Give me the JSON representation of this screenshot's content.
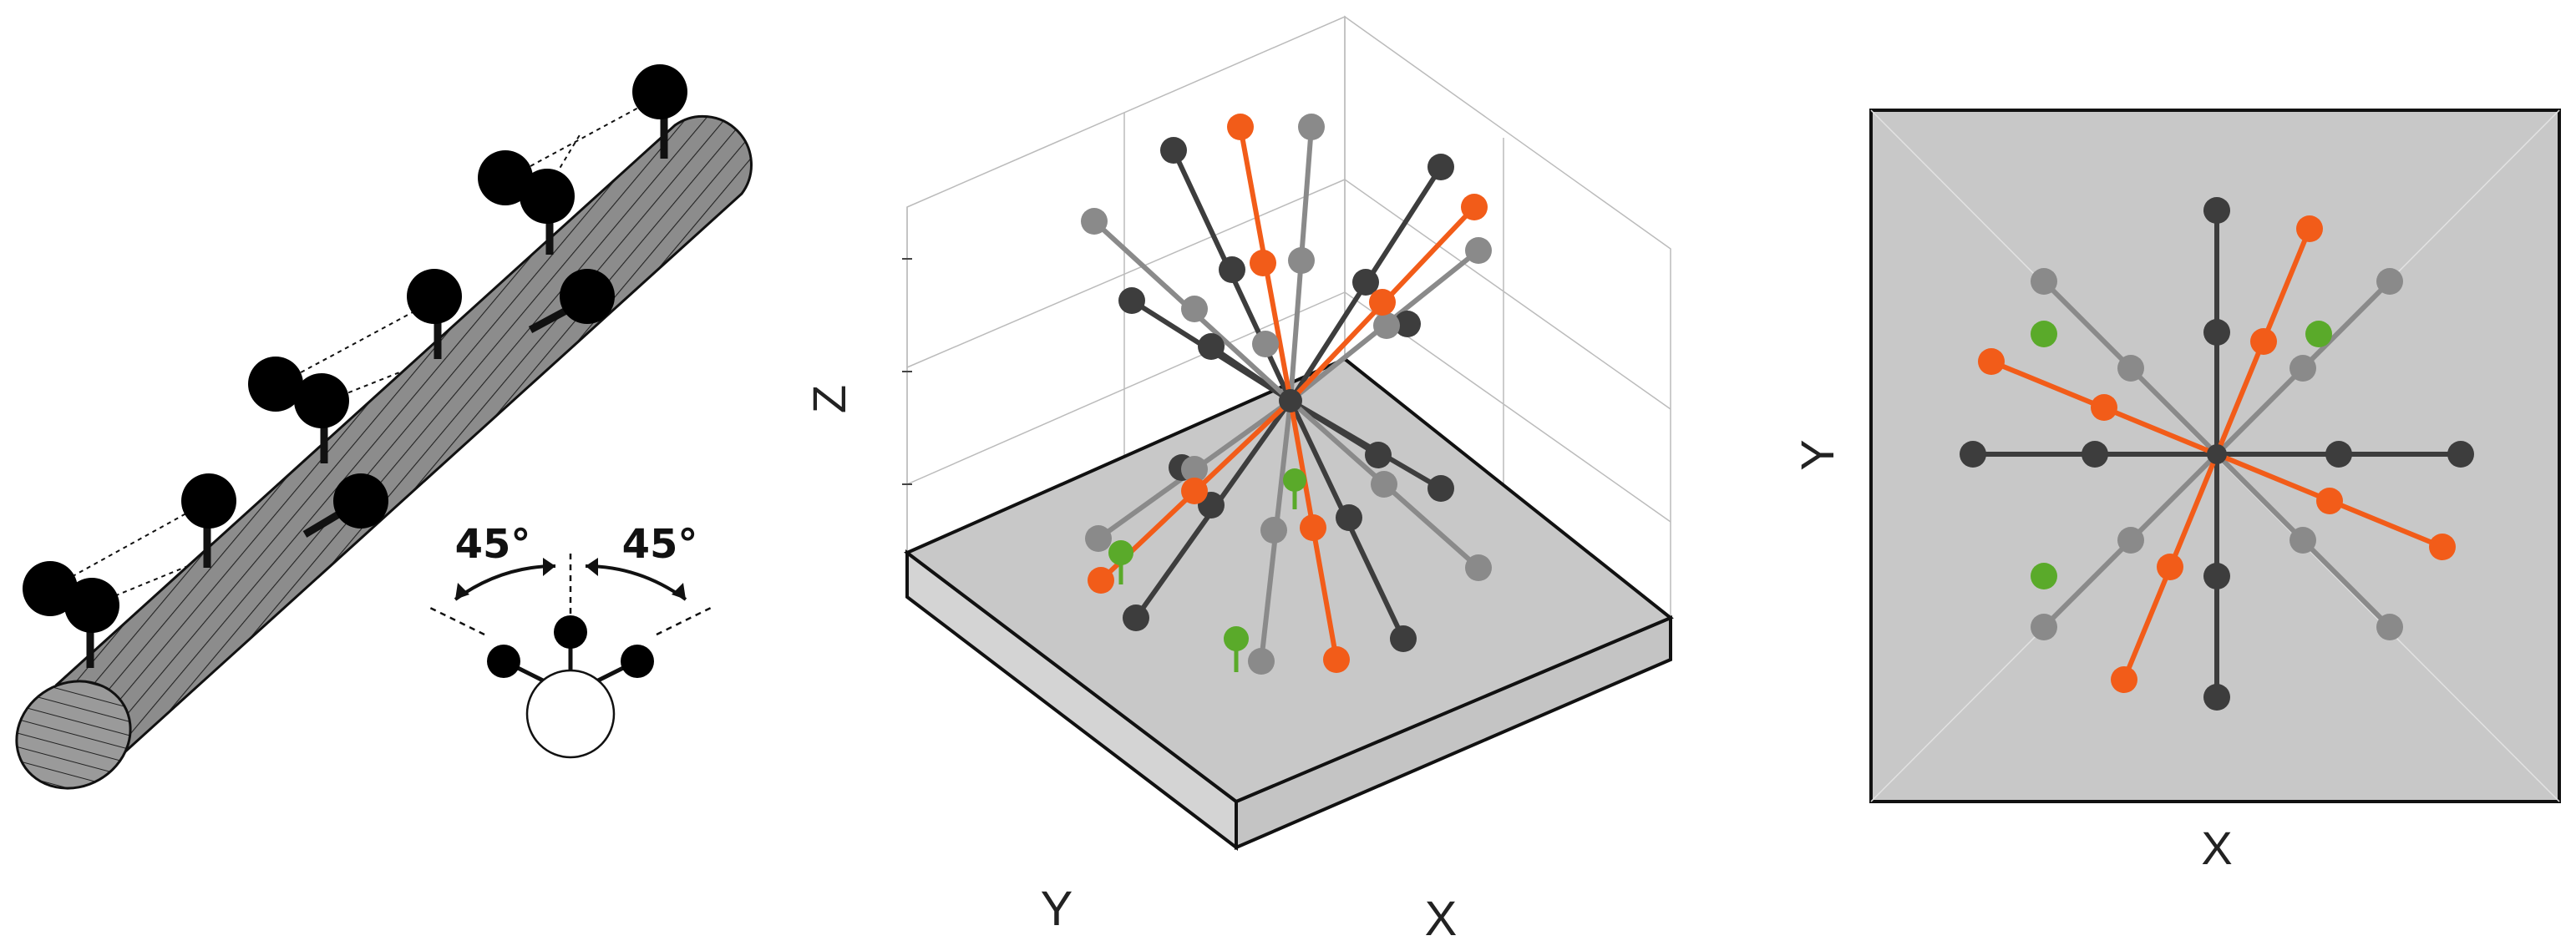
{
  "panel_a": {
    "angle_left": "45°",
    "angle_right": "45°"
  },
  "panel_b": {
    "axis_z": "Z",
    "axis_y": "Y",
    "axis_x": "X"
  },
  "panel_c": {
    "axis_y": "Y",
    "axis_x": "X"
  },
  "colors": {
    "dark_spine": "#3d3d3d",
    "gray_spine": "#8a8a8a",
    "orange_spine": "#f25c19",
    "green_marker": "#5aaa2a",
    "surface": "#c8c8c8"
  },
  "icons": [
    "dendrite-shaft",
    "spine-head",
    "angle-arc-arrow",
    "3d-axis-box",
    "planar-surface"
  ]
}
